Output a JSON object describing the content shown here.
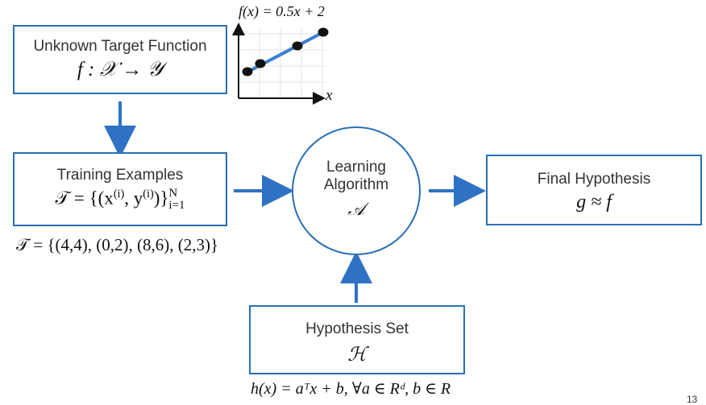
{
  "target_box": {
    "title": "Unknown Target Function",
    "formula": "f : 𝒳 → 𝒴"
  },
  "plot": {
    "title": "f(x) = 0.5x + 2",
    "xlabel": "x"
  },
  "training_box": {
    "title": "Training Examples",
    "formula_main": "𝒯 = {(x",
    "formula_sup_i1": "(i)",
    "formula_mid": ", y",
    "formula_sup_i2": "(i)",
    "formula_close": ")}",
    "formula_sup_n": "N",
    "formula_sub": "i=1"
  },
  "training_set": "𝒯 = {(4,4), (0,2), (8,6), (2,3)}",
  "algorithm": {
    "line1": "Learning",
    "line2": "Algorithm",
    "symbol": "𝒜"
  },
  "hypothesis_box": {
    "title": "Final Hypothesis",
    "formula": "g ≈ f"
  },
  "hypothesis_set_box": {
    "title": "Hypothesis Set",
    "symbol": "ℋ"
  },
  "hypothesis_form": "h(x) = aᵀx + b,  ∀a ∈ Rᵈ, b ∈ R",
  "page_number": "13",
  "colors": {
    "box_border": "#2a6fb5",
    "arrow": "#2f72c4",
    "line": "#3b7fcf",
    "point": "#111111"
  }
}
